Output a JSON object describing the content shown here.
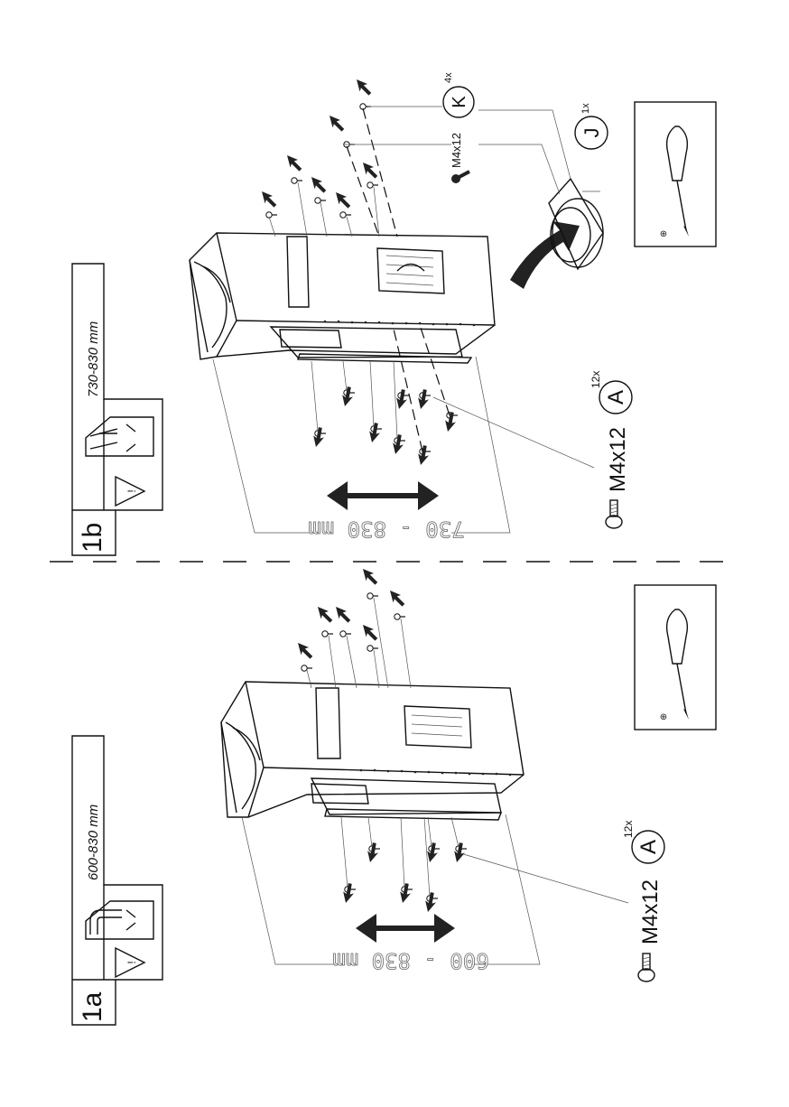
{
  "panel_b": {
    "step": "1b",
    "range": "730-830 mm",
    "dimension": "730 - 830  mm",
    "screw_a": {
      "size": "M4x12",
      "letter": "A",
      "qty": "12x"
    },
    "screw_k": {
      "size": "M4x12",
      "letter": "K",
      "qty": "4x"
    },
    "part_j": {
      "letter": "J",
      "qty": "1x"
    }
  },
  "panel_a": {
    "step": "1a",
    "range": "600-830 mm",
    "dimension": "600 - 830  mm",
    "screw_a": {
      "size": "M4x12",
      "letter": "A",
      "qty": "12x"
    }
  }
}
